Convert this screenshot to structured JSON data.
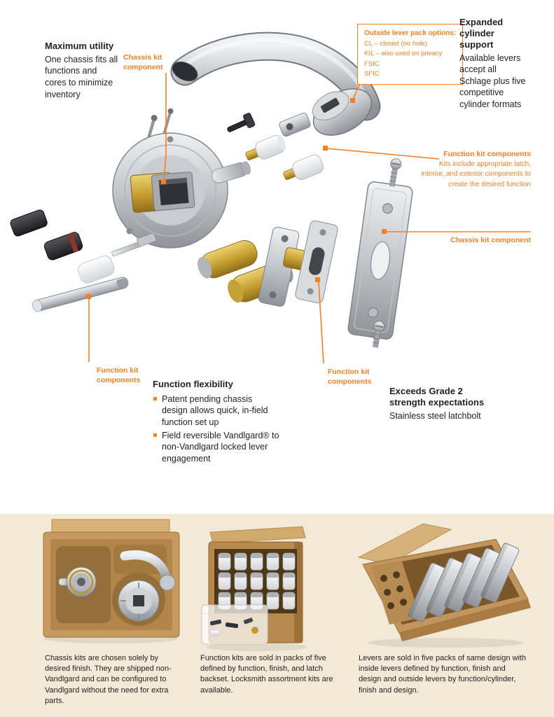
{
  "colors": {
    "accent_orange": "#f58023",
    "text": "#231f20",
    "band_background": "#f2e9d7"
  },
  "callouts": {
    "maximum_utility": {
      "title": "Maximum utility",
      "body": "One chassis fits all functions and cores to minimize inventory"
    },
    "chassis_kit_top": {
      "label": "Chassis kit component"
    },
    "lever_pack": {
      "title": "Outside lever pack options:",
      "options": [
        "CL – closed (no hole)",
        "KIL – also used on privacy",
        "FSIC",
        "SFIC"
      ]
    },
    "expanded_cylinder": {
      "title": "Expanded cylinder support",
      "body": "Available levers accept all Schlage plus five competitive cylinder formats"
    },
    "function_kit_right": {
      "title": "Function kit components",
      "body": "Kits include appropriate latch, interior, and exterior components to create the desired function"
    },
    "chassis_kit_right": {
      "label": "Chassis kit component"
    },
    "function_kit_left": {
      "label": "Function kit components"
    },
    "function_kit_mid": {
      "label": "Function kit components"
    },
    "function_flexibility": {
      "title": "Function flexibility",
      "bullets": [
        "Patent pending chassis design allows quick, in-field function set up",
        "Field reversible Vandlgard® to non-Vandlgard locked lever engagement"
      ]
    },
    "grade2": {
      "title": "Exceeds Grade 2 strength expectations",
      "body": "Stainless steel latchbolt"
    }
  },
  "captions": [
    "Chassis kits are chosen solely by desired finish. They are shipped non-Vandlgard and can be configured to Vandlgard without the need for extra parts.",
    "Function kits are sold in packs of five defined by function, finish, and latch backset. Locksmith assortment kits are available.",
    "Levers are sold in five packs of same design with inside levers defined by function, finish and design and outside levers by function/cylinder, finish and design."
  ]
}
